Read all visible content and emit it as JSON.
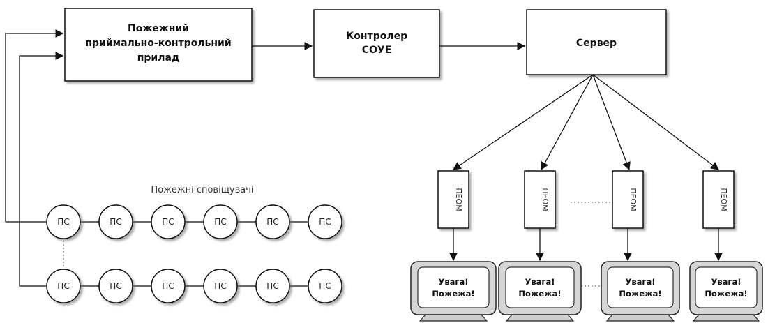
{
  "boxes": {
    "panel": [
      "Пожежний",
      "приймально-контрольний",
      "прилад"
    ],
    "controller": [
      "Контролер",
      "СОУЕ"
    ],
    "server": "Сервер"
  },
  "detectors": {
    "caption": "Пожежні сповіщувачі",
    "label": "ПС",
    "row1": [
      "ПС",
      "ПС",
      "ПС",
      "ПС",
      "ПС",
      "ПС"
    ],
    "row2": [
      "ПС",
      "ПС",
      "ПС",
      "ПС",
      "ПС",
      "ПС"
    ]
  },
  "pcs": [
    "ПЕОМ",
    "ПЕОМ",
    "ПЕОМ",
    "ПЕОМ"
  ],
  "monitors": [
    [
      "Увага!",
      "Пожежа!"
    ],
    [
      "Увага!",
      "Пожежа!"
    ],
    [
      "Увага!",
      "Пожежа!"
    ],
    [
      "Увага!",
      "Пожежа!"
    ]
  ]
}
